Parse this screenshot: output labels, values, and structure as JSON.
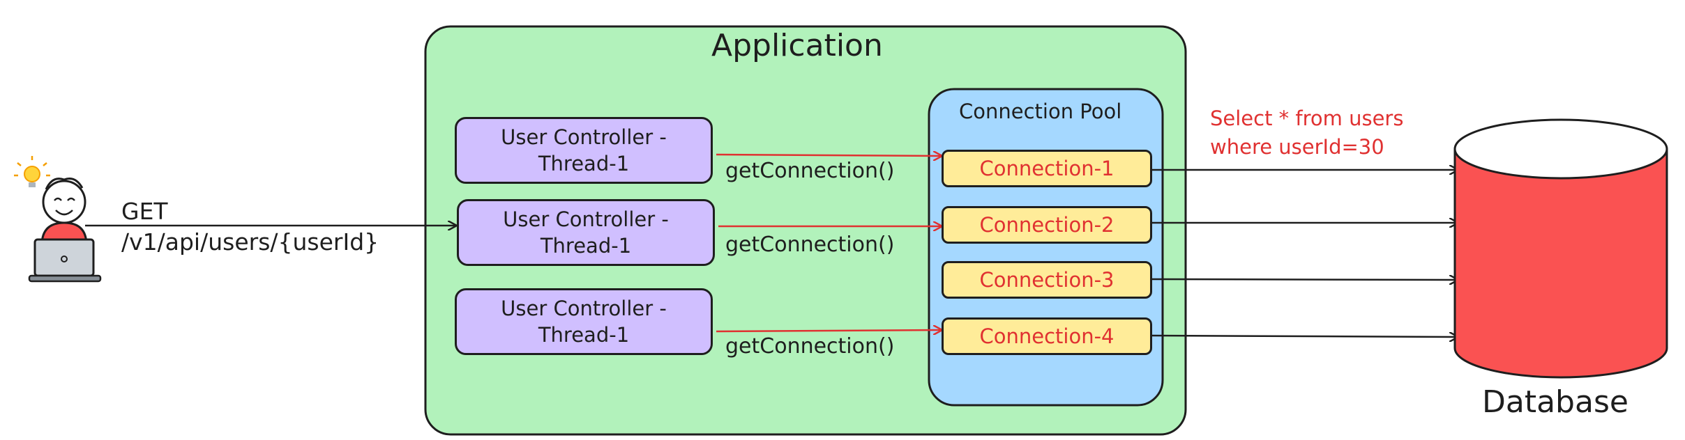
{
  "application": {
    "title": "Application"
  },
  "connection_pool": {
    "title": "Connection Pool",
    "connections": [
      "Connection-1",
      "Connection-2",
      "Connection-3",
      "Connection-4"
    ]
  },
  "controllers": [
    {
      "line1": "User Controller -",
      "line2": "Thread-1"
    },
    {
      "line1": "User Controller -",
      "line2": "Thread-1"
    },
    {
      "line1": "User Controller -",
      "line2": "Thread-1"
    }
  ],
  "arrows": {
    "get_connection_label": "getConnection()"
  },
  "request": {
    "method": "GET",
    "path": "/v1/api/users/{userId}"
  },
  "query": {
    "text": "Select * from users\nwhere userId=30"
  },
  "database": {
    "label": "Database"
  },
  "colors": {
    "application_fill": "#b2f2bb",
    "pool_fill": "#a5d8ff",
    "controller_fill": "#d0bfff",
    "connection_fill": "#ffec99",
    "database_fill": "#fa5252",
    "accent_red": "#e03131"
  },
  "icons": [
    "user-icon",
    "lightbulb-icon",
    "laptop-icon"
  ]
}
